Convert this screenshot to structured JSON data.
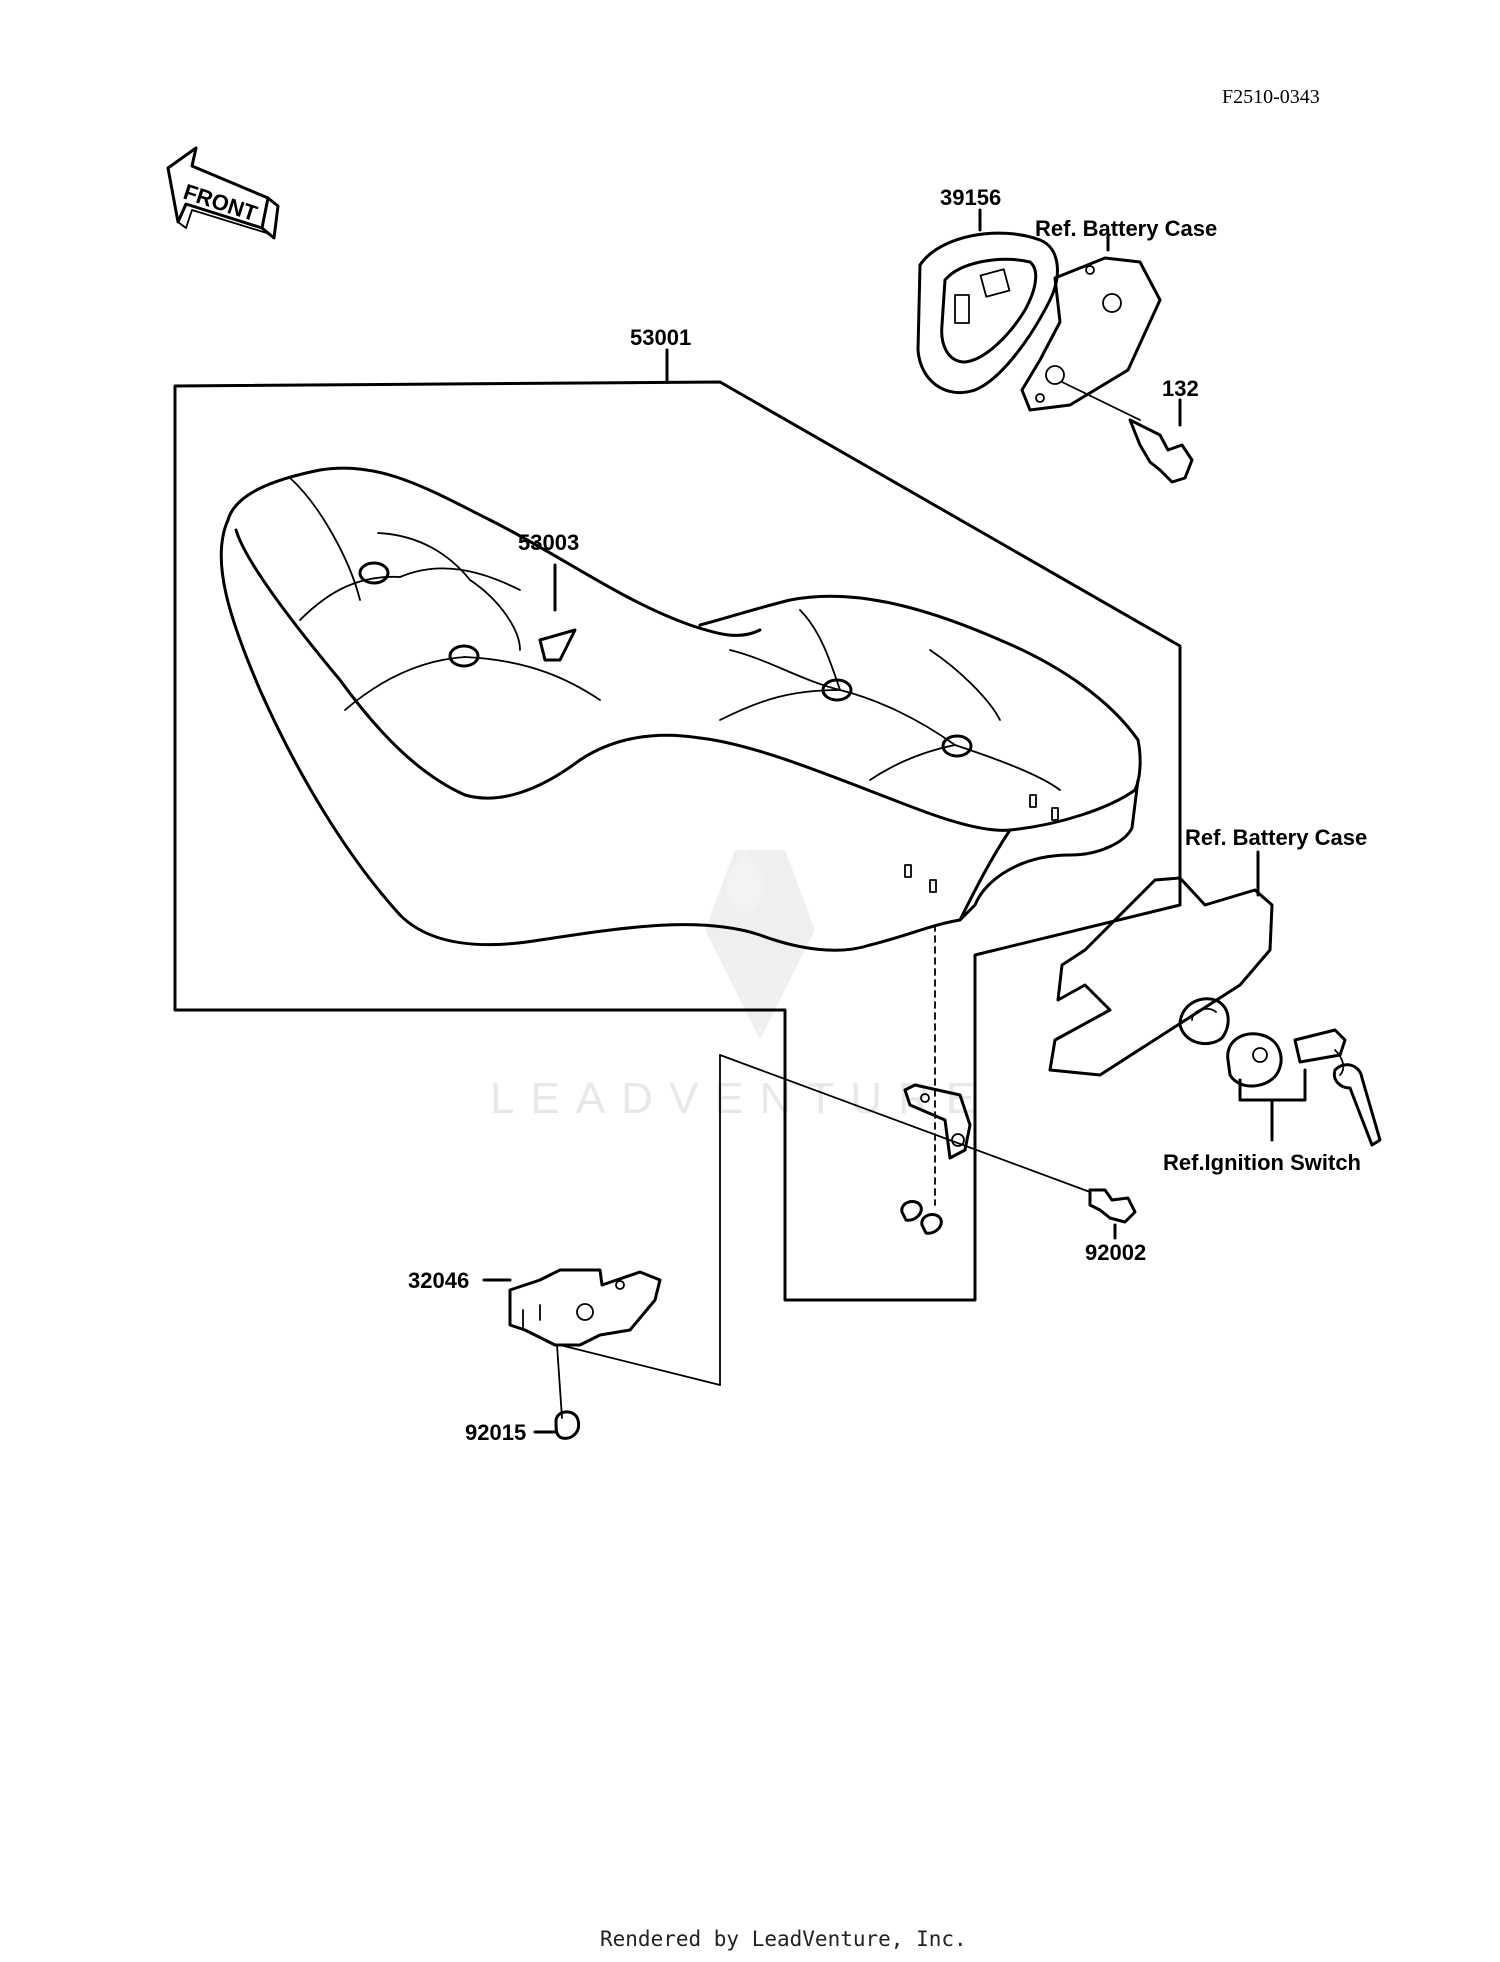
{
  "diagram": {
    "code": "F2510-0343",
    "front_arrow": "FRONT",
    "watermark": "LEADVENTURE",
    "footer": "Rendered by LeadVenture, Inc.",
    "parts": {
      "p53001": "53001",
      "p53003": "53003",
      "p39156": "39156",
      "p132": "132",
      "p32046": "32046",
      "p92015": "92015",
      "p92002": "92002"
    },
    "refs": {
      "battery_case_top": "Ref. Battery Case",
      "battery_case_right": "Ref. Battery Case",
      "ignition_switch": "Ref.Ignition Switch"
    }
  }
}
